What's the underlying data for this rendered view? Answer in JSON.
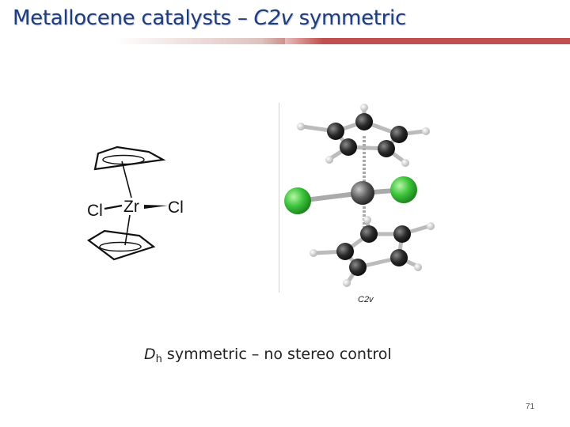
{
  "title": {
    "part1": "Metallocene catalysts – ",
    "part2": "C2v",
    "part3": " symmetric"
  },
  "diagram": {
    "metal": "Zr",
    "ligand_left": "Cl",
    "ligand_right": "Cl"
  },
  "model_caption": "C2v",
  "statement": {
    "symbol": "D",
    "subscript": "h",
    "text": " symmetric – no stereo control"
  },
  "page_number": "71",
  "colors": {
    "title": "#1f3d7a",
    "accent_rule": "#c0504d",
    "chlorine": "#3cc43c",
    "carbon": "#333333"
  }
}
